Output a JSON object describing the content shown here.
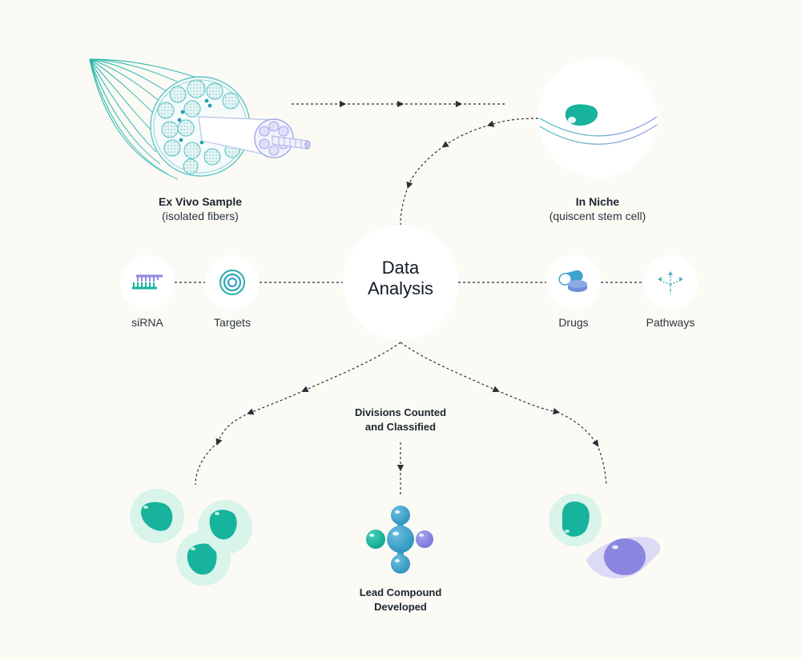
{
  "diagram": {
    "title": "Stem cell screening workflow",
    "center": {
      "line1": "Data",
      "line2": "Analysis"
    },
    "ex_vivo": {
      "title": "Ex Vivo Sample",
      "subtitle": "(isolated fibers)"
    },
    "in_niche": {
      "title": "In Niche",
      "subtitle": "(quiscent stem cell)"
    },
    "left_nodes": [
      {
        "label": "siRNA",
        "icon": "sirna-icon"
      },
      {
        "label": "Targets",
        "icon": "target-icon"
      }
    ],
    "right_nodes": [
      {
        "label": "Drugs",
        "icon": "pills-icon"
      },
      {
        "label": "Pathways",
        "icon": "pathways-icon"
      }
    ],
    "divisions": {
      "line1": "Divisions Counted",
      "line2": "and Classified"
    },
    "lead": {
      "line1": "Lead Compound",
      "line2": "Developed"
    },
    "colors": {
      "background": "#fbfaf4",
      "teal": "#17b8a0",
      "teal_light": "#d7f3e9",
      "blue": "#3fa2cc",
      "purple": "#8a86e0",
      "purple_light": "#dcdaf5",
      "arrow": "#2a2f38"
    }
  }
}
